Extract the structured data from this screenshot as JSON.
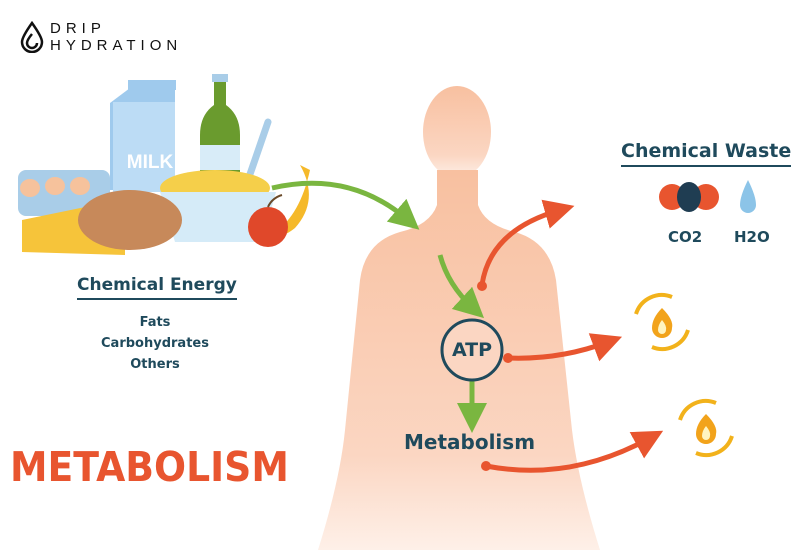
{
  "logo": {
    "line1": "DRIP",
    "line2": "HYDRATION"
  },
  "food": {
    "milk_label": "MILK"
  },
  "chemical_energy": {
    "heading": "Chemical Energy",
    "items": [
      "Fats",
      "Carbohydrates",
      "Others"
    ]
  },
  "chemical_waste": {
    "heading": "Chemical Waste",
    "items": [
      "CO2",
      "H2O"
    ]
  },
  "body": {
    "atp_label": "ATP",
    "metabolism_label": "Metabolism"
  },
  "title": "METABOLISM",
  "colors": {
    "text": "#1f4a5c",
    "orange": "#e8552f",
    "green": "#7ab640",
    "skin": "#f8c4a6",
    "yellow": "#f2b21b"
  }
}
